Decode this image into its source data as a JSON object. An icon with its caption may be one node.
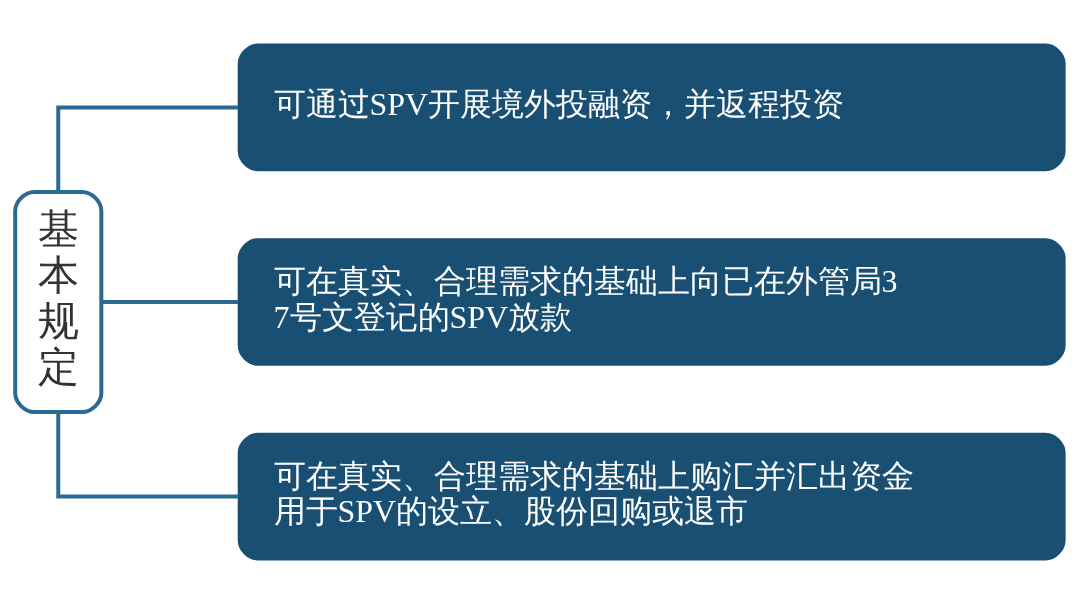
{
  "diagram": {
    "nodes": [
      {
        "text": [
          "基本规定"
        ]
      },
      {
        "text": [
          "可通过SPV开展境外投融资，并返程投资"
        ]
      },
      {
        "text": [
          "可在真实、合理需求的基础上向已在外管局37号文登记的SPV放款"
        ]
      },
      {
        "text": [
          "可在真实、合理需求的基础上购汇并汇出资金用于SPV的设立、股份回购或退市"
        ]
      }
    ],
    "edges": [
      {
        "from": 0,
        "to": 1,
        "arrow": "none"
      },
      {
        "from": 0,
        "to": 2,
        "arrow": "none"
      },
      {
        "from": 0,
        "to": 3,
        "arrow": "none"
      }
    ]
  }
}
